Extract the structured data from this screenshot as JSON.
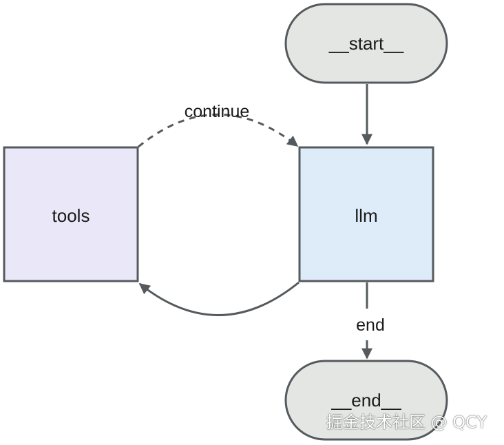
{
  "nodes": {
    "start": {
      "label": "__start__",
      "fill": "#e4e6e4",
      "stroke": "#555a5e"
    },
    "llm": {
      "label": "llm",
      "fill": "#deecf9",
      "stroke": "#555a5e"
    },
    "tools": {
      "label": "tools",
      "fill": "#eae8f8",
      "stroke": "#555a5e"
    },
    "end": {
      "label": "__end__",
      "fill": "#e4e6e4",
      "stroke": "#555a5e"
    }
  },
  "edges": {
    "start_to_llm": {
      "style": "solid"
    },
    "tools_to_llm": {
      "label": "continue",
      "style": "dashed"
    },
    "llm_to_tools": {
      "style": "solid"
    },
    "llm_to_end": {
      "label": "end",
      "style": "solid"
    }
  },
  "watermark": "掘金技术社区 @ QCY",
  "edge_color": "#555a5e"
}
